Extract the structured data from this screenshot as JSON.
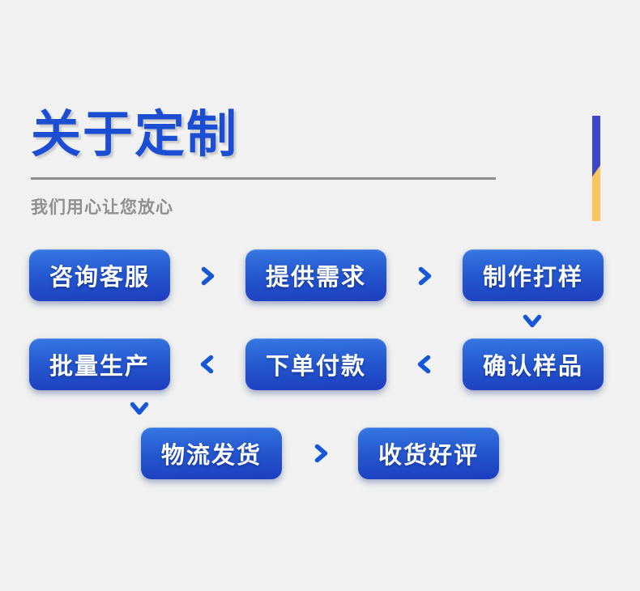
{
  "theme": {
    "bg": "#f0f1f0",
    "title_color": "#1b4ed3",
    "subtitle_color": "#8f8f8f",
    "divider_color": "#8f8f8f",
    "arrow_color": "#1657d8",
    "btn_top": "#3678e2",
    "btn_mid": "#2558cf",
    "btn_bottom": "#1d3ec0",
    "btn_text": "#ffffff",
    "accent_blue": "#3c47cc",
    "accent_yellow": "#fdc65c"
  },
  "header": {
    "title": "关于定制",
    "subtitle": "我们用心让您放心"
  },
  "flow": {
    "steps": [
      {
        "label": "咨询客服"
      },
      {
        "label": "提供需求"
      },
      {
        "label": "制作打样"
      },
      {
        "label": "确认样品"
      },
      {
        "label": "下单付款"
      },
      {
        "label": "批量生产"
      },
      {
        "label": "物流发货"
      },
      {
        "label": "收货好评"
      }
    ],
    "arrows": [
      {
        "direction": "right",
        "from": "咨询客服",
        "to": "提供需求"
      },
      {
        "direction": "right",
        "from": "提供需求",
        "to": "制作打样"
      },
      {
        "direction": "down",
        "from": "制作打样",
        "to": "确认样品"
      },
      {
        "direction": "left",
        "from": "确认样品",
        "to": "下单付款"
      },
      {
        "direction": "left",
        "from": "下单付款",
        "to": "批量生产"
      },
      {
        "direction": "down",
        "from": "批量生产",
        "to": "物流发货"
      },
      {
        "direction": "right",
        "from": "物流发货",
        "to": "收货好评"
      }
    ]
  }
}
